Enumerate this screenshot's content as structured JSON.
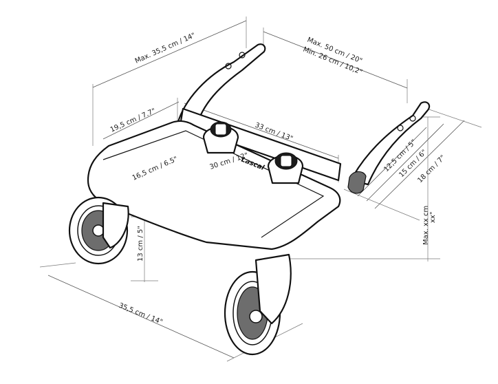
{
  "dimensions": {
    "handle_max_height": "Max. 35,5 cm / 14\"",
    "arm_max_length": "Max. 50 cm / 20\"",
    "arm_min_length": "Min. 26 cm / 10,2\"",
    "platform_back_depth": "19,5 cm / 7.7\"",
    "bar_width": "33 cm / 13\"",
    "platform_inner_depth": "16,5 cm / 6.5\"",
    "platform_width": "30 cm / 12\"",
    "clamp_12": "12,5 cm / 5\"",
    "clamp_15": "15 cm / 6\"",
    "clamp_18": "18 cm / 7\"",
    "max_height_value": "Max. xx cm",
    "max_height_inch": "xx\"",
    "wheel_height": "13 cm / 5\"",
    "base_width": "35,5 cm / 14\""
  },
  "brand_logo": "Lascal"
}
